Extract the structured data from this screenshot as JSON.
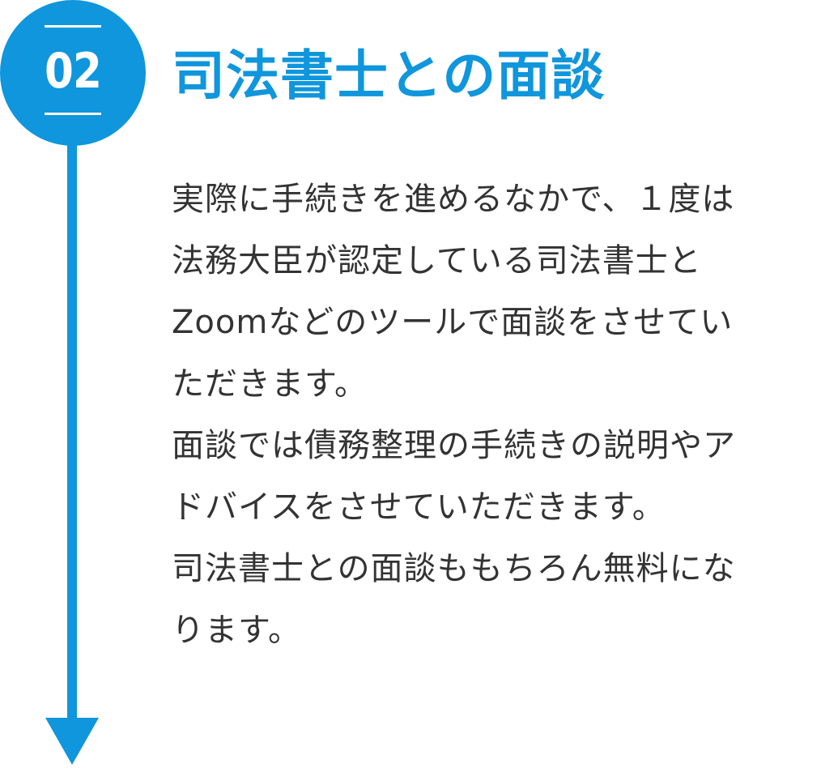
{
  "step": {
    "number": "02",
    "title": "司法書士との面談",
    "accent_color": "#0f96dc",
    "body_lines": [
      "実際に手続きを進めるなかで、１度は",
      "法務大臣が認定している司法書士と",
      "Zoomなどのツールで面談をさせてい",
      "ただきます。",
      "面談では債務整理の手続きの説明やア",
      "ドバイスをさせていただきます。",
      "司法書士との面談ももちろん無料にな",
      "ります。"
    ]
  }
}
